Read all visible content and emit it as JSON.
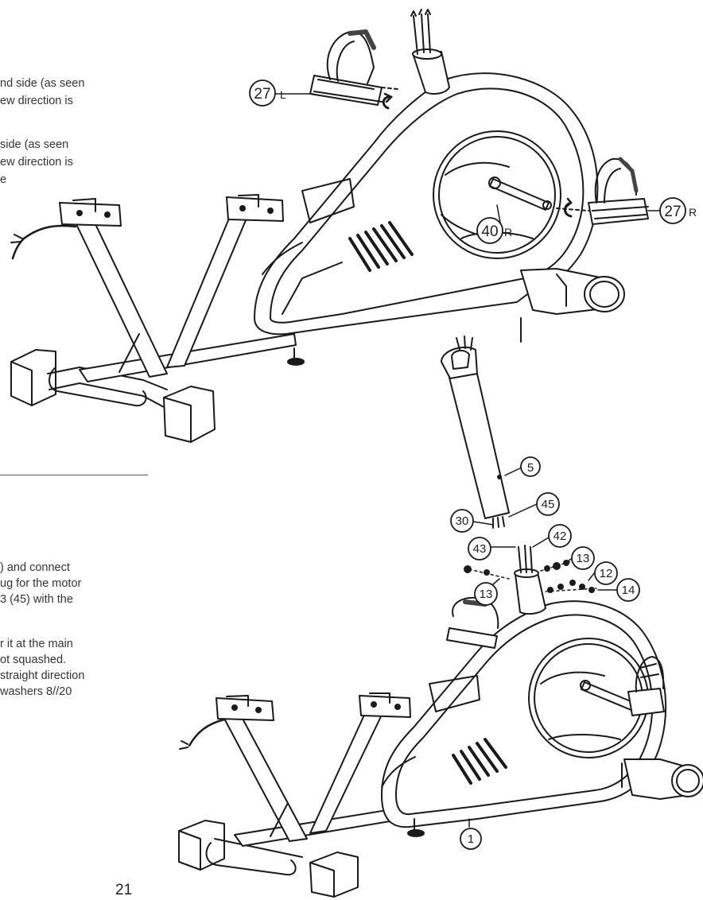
{
  "step_top": {
    "lines": [
      "nd side (as seen",
      "ew direction is",
      "side (as seen",
      "ew direction is",
      "e"
    ]
  },
  "step_bottom": {
    "lines": [
      ") and connect",
      "ug for the motor",
      " 3 (45) with the",
      "r it at the main",
      "ot squashed.",
      "straight direction",
      " washers 8//20"
    ]
  },
  "callouts": {
    "c27l": "27",
    "c27l_suffix": "L",
    "c27r": "27",
    "c27r_suffix": "R",
    "c40r": "40",
    "c40r_suffix": "R",
    "c5": "5",
    "c30": "30",
    "c45": "45",
    "c42": "42",
    "c43": "43",
    "c13a": "13",
    "c12": "12",
    "c14": "14",
    "c13b": "13",
    "c1": "1"
  },
  "page_number": "21"
}
